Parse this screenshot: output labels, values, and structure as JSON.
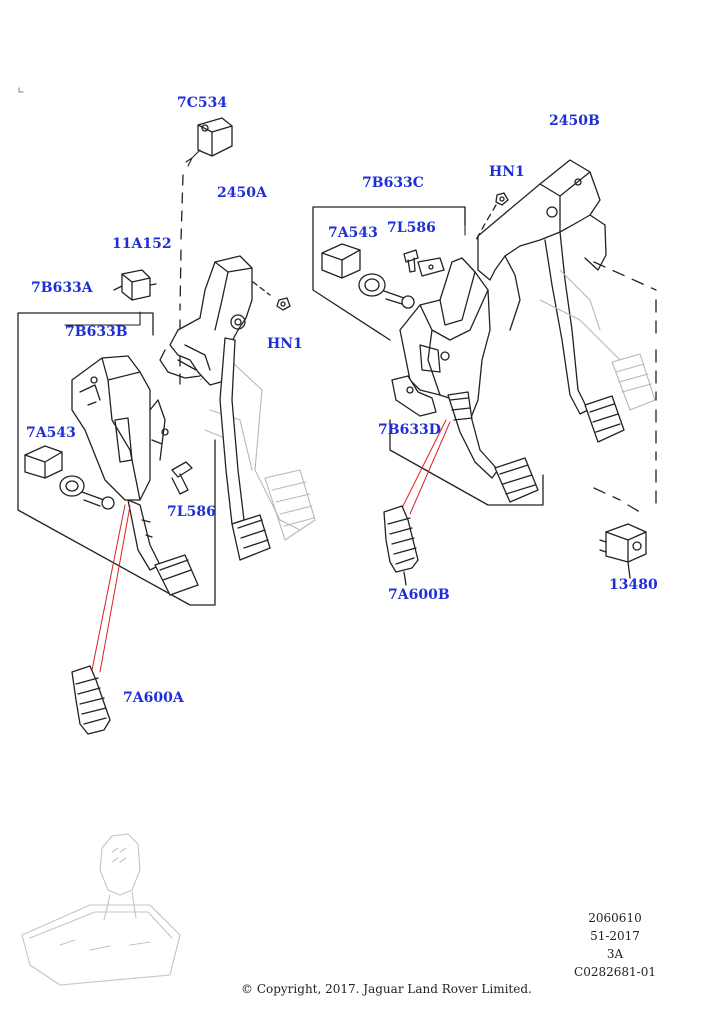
{
  "colors": {
    "callout": "#1f2fd6",
    "line": "#222222",
    "leader": "#e01f1f",
    "ghost": "#b8b8b8"
  },
  "callouts": {
    "c7C534": "7C534",
    "c2450A": "2450A",
    "c11A152": "11A152",
    "c7B633A": "7B633A",
    "c7B633B": "7B633B",
    "c7A543_left": "7A543",
    "c7L586_left": "7L586",
    "cHN1_left": "HN1",
    "c7A600A": "7A600A",
    "c7B633C": "7B633C",
    "c7A543_right": "7A543",
    "c7L586_right": "7L586",
    "c7B633D": "7B633D",
    "c7A600B": "7A600B",
    "cHN1_right": "HN1",
    "c2450B": "2450B",
    "c13480": "13480"
  },
  "meta": {
    "line1": "2060610",
    "line2": "51-2017",
    "line3": "3A",
    "line4": "C0282681-01"
  },
  "copyright": "© Copyright, 2017. Jaguar Land Rover Limited."
}
